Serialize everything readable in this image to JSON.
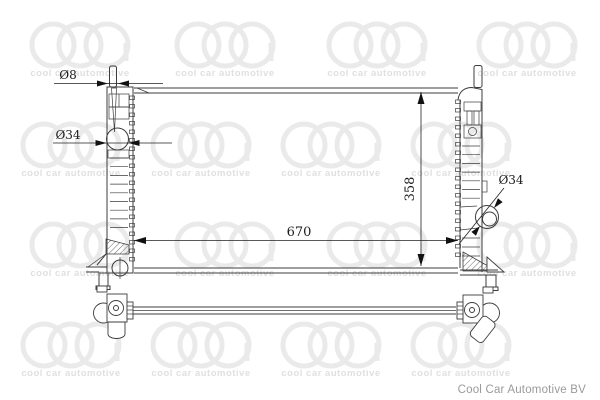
{
  "drawing": {
    "title": "radiator-technical-drawing",
    "dimensions": {
      "pin_diameter": "Ø8",
      "left_inlet_diameter": "Ø34",
      "right_outlet_diameter": "Ø34",
      "core_width": "670",
      "core_height": "358"
    },
    "colors": {
      "line": "#3c3c3c",
      "dimension_text": "#1c1c1c"
    }
  },
  "watermark": {
    "text": "cool car automotive",
    "logo": "cca-logo",
    "circle_color": "#eaeaea",
    "text_color": "#e0e0e0"
  },
  "footer": {
    "company": "Cool Car Automotive BV",
    "color": "#9a9a9a"
  }
}
